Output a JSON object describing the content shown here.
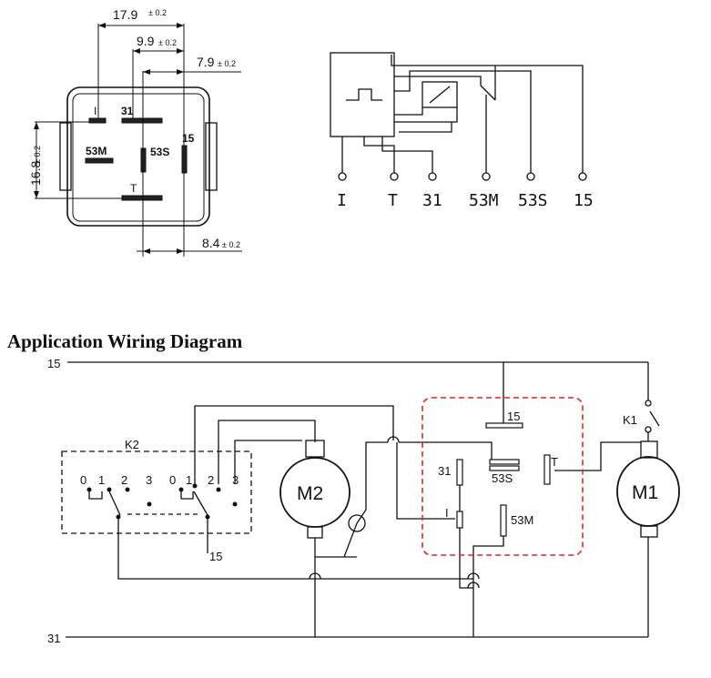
{
  "dimensions": {
    "width_total": "17.9",
    "width_mid": "9.9",
    "width_right": "7.9",
    "height": "16.8",
    "bottom_right": "8.4",
    "tolerance": "± 0.2"
  },
  "relay_top_pins": {
    "I": "I",
    "pin31": "31",
    "pin53M": "53M",
    "pin53S": "53S",
    "pin15": "15",
    "T": "T"
  },
  "schematic_pins": [
    "I",
    "T",
    "31",
    "53M",
    "53S",
    "15"
  ],
  "section_title": "Application Wiring Diagram",
  "wiring": {
    "rail_top": "15",
    "rail_bottom": "31",
    "k2_label": "K2",
    "k2_contacts_left": [
      "0",
      "1",
      "2",
      "3"
    ],
    "k2_contacts_right": [
      "0",
      "1",
      "2",
      "3"
    ],
    "k2_feed": "15",
    "motor_m2": "M2",
    "motor_m1": "M1",
    "k1_label": "K1",
    "relay_pins": {
      "p15": "15",
      "p31": "31",
      "p53S": "53S",
      "pT": "T",
      "pI": "I",
      "p53M": "53M"
    }
  },
  "colors": {
    "line": "#111111",
    "relay_box": "#d62828"
  }
}
